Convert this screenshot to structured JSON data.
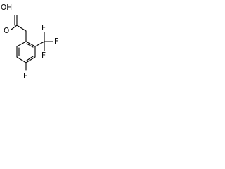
{
  "molecule": {
    "atoms": {
      "hydroxyl": "OH",
      "carbonyl_oxygen": "O",
      "fluoro": "F",
      "cf3_fluorine_top": "F",
      "cf3_fluorine_right": "F",
      "cf3_fluorine_bottom": "F"
    }
  },
  "colors": {
    "bond": "#000000",
    "label": "#000000",
    "background": "#ffffff"
  }
}
